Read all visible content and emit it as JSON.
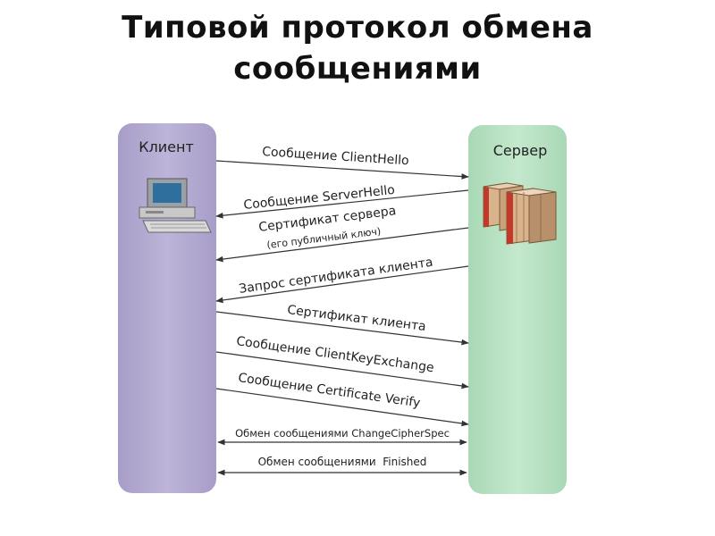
{
  "title": {
    "line1": "Типовой протокол обмена",
    "line2": "сообщениями"
  },
  "client": {
    "label": "Клиент",
    "color": "#b3a9d0",
    "icon": "computer-icon"
  },
  "server": {
    "label": "Сервер",
    "color": "#b9e1c3",
    "icon": "server-rack-icon"
  },
  "messages": [
    {
      "text": "Сообщение ClientHello",
      "direction": "to-server"
    },
    {
      "text": "Сообщение ServerHello",
      "direction": "to-client"
    },
    {
      "text": "Сертификат сервера",
      "sub": "(его публичный ключ)",
      "direction": "to-client"
    },
    {
      "text": "Запрос сертификата клиента",
      "direction": "to-client"
    },
    {
      "text": "Сертификат клиента",
      "direction": "to-server"
    },
    {
      "text": "Сообщение ClientKeyExchange",
      "direction": "to-server"
    },
    {
      "text": "Сообщение Certificate Verify",
      "direction": "to-server"
    },
    {
      "text": "Обмен сообщениями ChangeCipherSpec",
      "direction": "both"
    },
    {
      "text": "Обмен сообщениями  Finished",
      "direction": "both"
    }
  ],
  "colors": {
    "arrow": "#333333",
    "server_red": "#c0392b",
    "server_tan": "#d9b38c"
  }
}
